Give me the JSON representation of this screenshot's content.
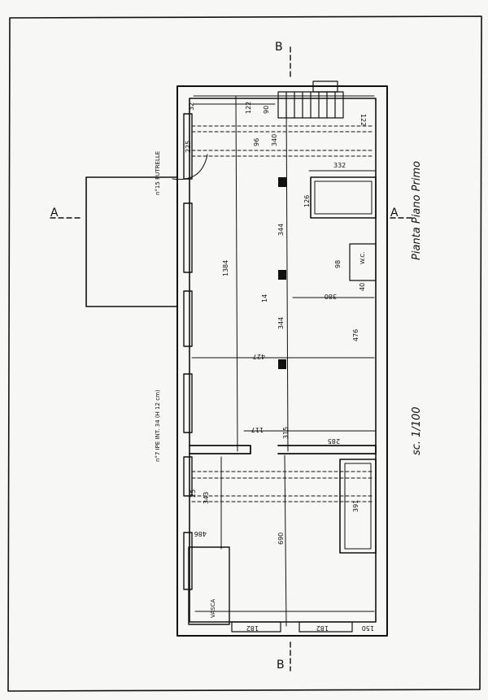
{
  "plan": {
    "title": "Pianta Piano Primo",
    "scale": "sc. 1/100",
    "section_a_left": "A",
    "section_a_right": "A",
    "section_b_top": "B",
    "section_b_bottom": "B",
    "note_putrelle": "n°15 PUTRELLE",
    "note_ipe": "n°7 IPE INT. 34 (H 12 cm)",
    "label_vasca": "VASCA",
    "label_wc": "W.C.",
    "overall_length": "1384",
    "dims": {
      "d_32": "32",
      "d_122a": "122",
      "d_90": "90",
      "d_122b": "122",
      "d_96": "96",
      "d_340": "340",
      "d_225": "225",
      "d_332": "332",
      "d_126": "126",
      "d_344a": "344",
      "d_98": "98",
      "d_40": "40",
      "d_380": "380",
      "d_14": "14",
      "d_344b": "344",
      "d_476": "476",
      "d_427": "427",
      "d_117": "117",
      "d_315": "315",
      "d_285": "285",
      "d_391": "391",
      "d_343": "343",
      "d_25": "25",
      "d_486": "486",
      "d_690": "690",
      "d_182a": "182",
      "d_182b": "182",
      "d_150": "150"
    }
  }
}
